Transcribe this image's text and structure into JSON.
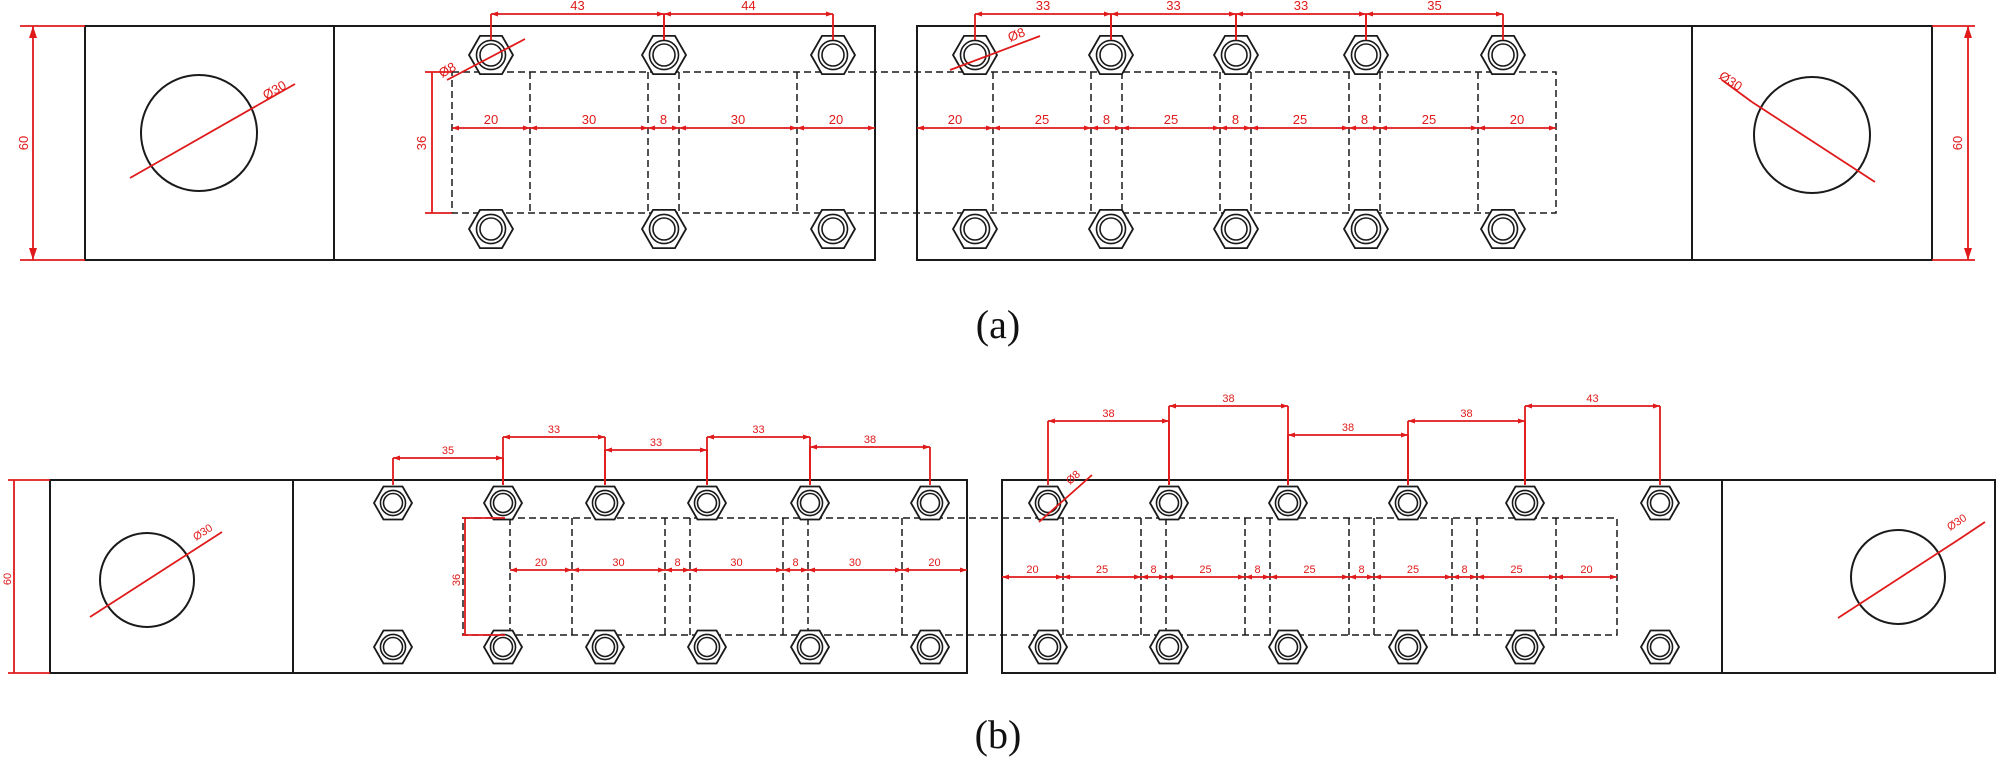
{
  "captions": {
    "a": "(a)",
    "b": "(b)"
  },
  "colors": {
    "outline": "#1a1a1a",
    "dimension": "#e01a1a"
  },
  "panel_a": {
    "height_dim": "60",
    "hole_dia": "Ø30",
    "bolt_dia": "Ø8",
    "bolt_dia_right": "Ø8",
    "depth_dim": "36",
    "left_bolt_spacing": [
      "43",
      "44"
    ],
    "right_bolt_spacing": [
      "33",
      "33",
      "33",
      "35"
    ],
    "left_segments": [
      "20",
      "30",
      "8",
      "30",
      "20"
    ],
    "right_segments": [
      "20",
      "25",
      "8",
      "25",
      "8",
      "25",
      "8",
      "25",
      "20"
    ]
  },
  "panel_b": {
    "height_dim": "60",
    "hole_dia": "Ø30",
    "bolt_dia": "Ø8",
    "depth_dim": "36",
    "left_bolt_spacing": [
      "35",
      "33",
      "33",
      "33",
      "38"
    ],
    "right_bolt_spacing": [
      "38",
      "38",
      "38",
      "38",
      "43"
    ],
    "left_segments": [
      "20",
      "30",
      "8",
      "30",
      "8",
      "30",
      "20"
    ],
    "right_segments": [
      "20",
      "25",
      "8",
      "25",
      "8",
      "25",
      "8",
      "25",
      "8",
      "25",
      "20"
    ]
  }
}
